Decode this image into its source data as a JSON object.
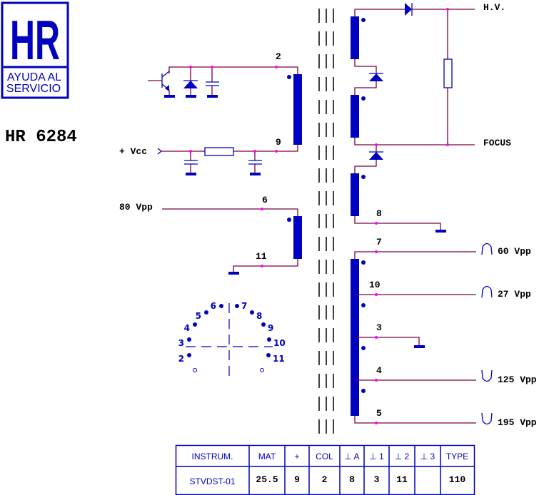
{
  "logo": {
    "letters": "HR",
    "line1": "AYUDA AL",
    "line2": "SERVICIO"
  },
  "title": "HR 6284",
  "primary": {
    "vcc_label": "+ Vcc",
    "pin_top": "2",
    "pin_bottom": "9"
  },
  "aux": {
    "signal_label": "80 Vpp",
    "pin_top": "6",
    "pin_bottom": "11"
  },
  "eht": {
    "hv_label": "H.V.",
    "focus_label": "FOCUS",
    "pin_ground": "8"
  },
  "outputs": [
    {
      "pin": "7",
      "label": "60 Vpp",
      "pulse": "positive"
    },
    {
      "pin": "10",
      "label": "27 Vpp",
      "pulse": "positive"
    },
    {
      "pin": "3",
      "label": "",
      "pulse": "ground"
    },
    {
      "pin": "4",
      "label": "125 Vpp",
      "pulse": "negative"
    },
    {
      "pin": "5",
      "label": "195 Vpp",
      "pulse": "negative"
    }
  ],
  "pinout": [
    "2",
    "3",
    "4",
    "5",
    "6",
    "7",
    "8",
    "9",
    "10",
    "11"
  ],
  "table": {
    "headers": [
      "INSTRUM.",
      "MAT",
      "+",
      "COL",
      "⊥ A",
      "⊥ 1",
      "⊥ 2",
      "⊥ 3",
      "TYPE"
    ],
    "values": [
      "STVDST-01",
      "25.5",
      "9",
      "2",
      "8",
      "3",
      "11",
      "",
      "110"
    ]
  },
  "colors": {
    "component": "#0000c0",
    "wire": "#7a0040",
    "junction": "#ff00ff"
  }
}
